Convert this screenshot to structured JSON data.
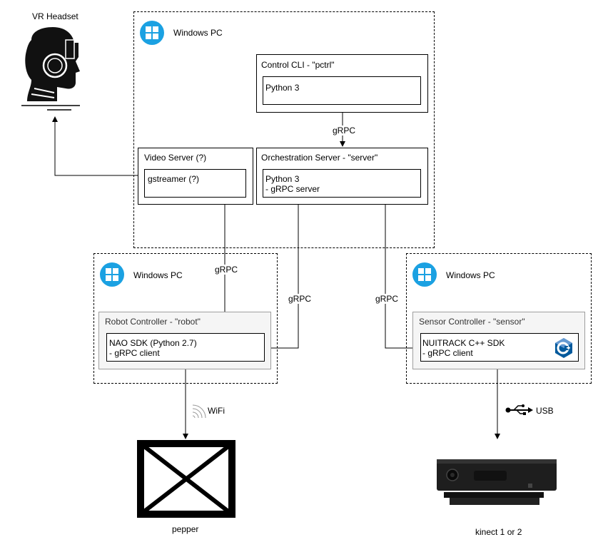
{
  "vr_headset": {
    "label": "VR Headset"
  },
  "main_pc": {
    "title": "Windows PC",
    "control_cli": {
      "title": "Control CLI - \"pctrl\"",
      "runtime": "Python 3"
    },
    "video_server": {
      "title": "Video Server (?)",
      "runtime": "gstreamer (?)"
    },
    "orchestration_server": {
      "title": "Orchestration Server - \"server\"",
      "runtime": "Python 3\n- gRPC server"
    }
  },
  "robot_pc": {
    "title": "Windows PC",
    "controller": {
      "title": "Robot Controller - \"robot\"",
      "runtime": "NAO SDK (Python 2.7)\n- gRPC client"
    }
  },
  "sensor_pc": {
    "title": "Windows PC",
    "controller": {
      "title": "Sensor Controller - \"sensor\"",
      "runtime": "NUITRACK C++ SDK\n- gRPC client"
    }
  },
  "links": {
    "cli_to_server": "gRPC",
    "video_to_robot": "gRPC",
    "server_to_robot": "gRPC",
    "server_to_sensor": "gRPC",
    "robot_to_pepper": "WiFi",
    "sensor_to_kinect": "USB"
  },
  "pepper": {
    "label": "pepper"
  },
  "kinect": {
    "label": "kinect 1 or 2"
  },
  "colors": {
    "windows_blue": "#1ba1e2",
    "cpp_blue": "#00599c",
    "container_gray": "#f5f5f5"
  }
}
